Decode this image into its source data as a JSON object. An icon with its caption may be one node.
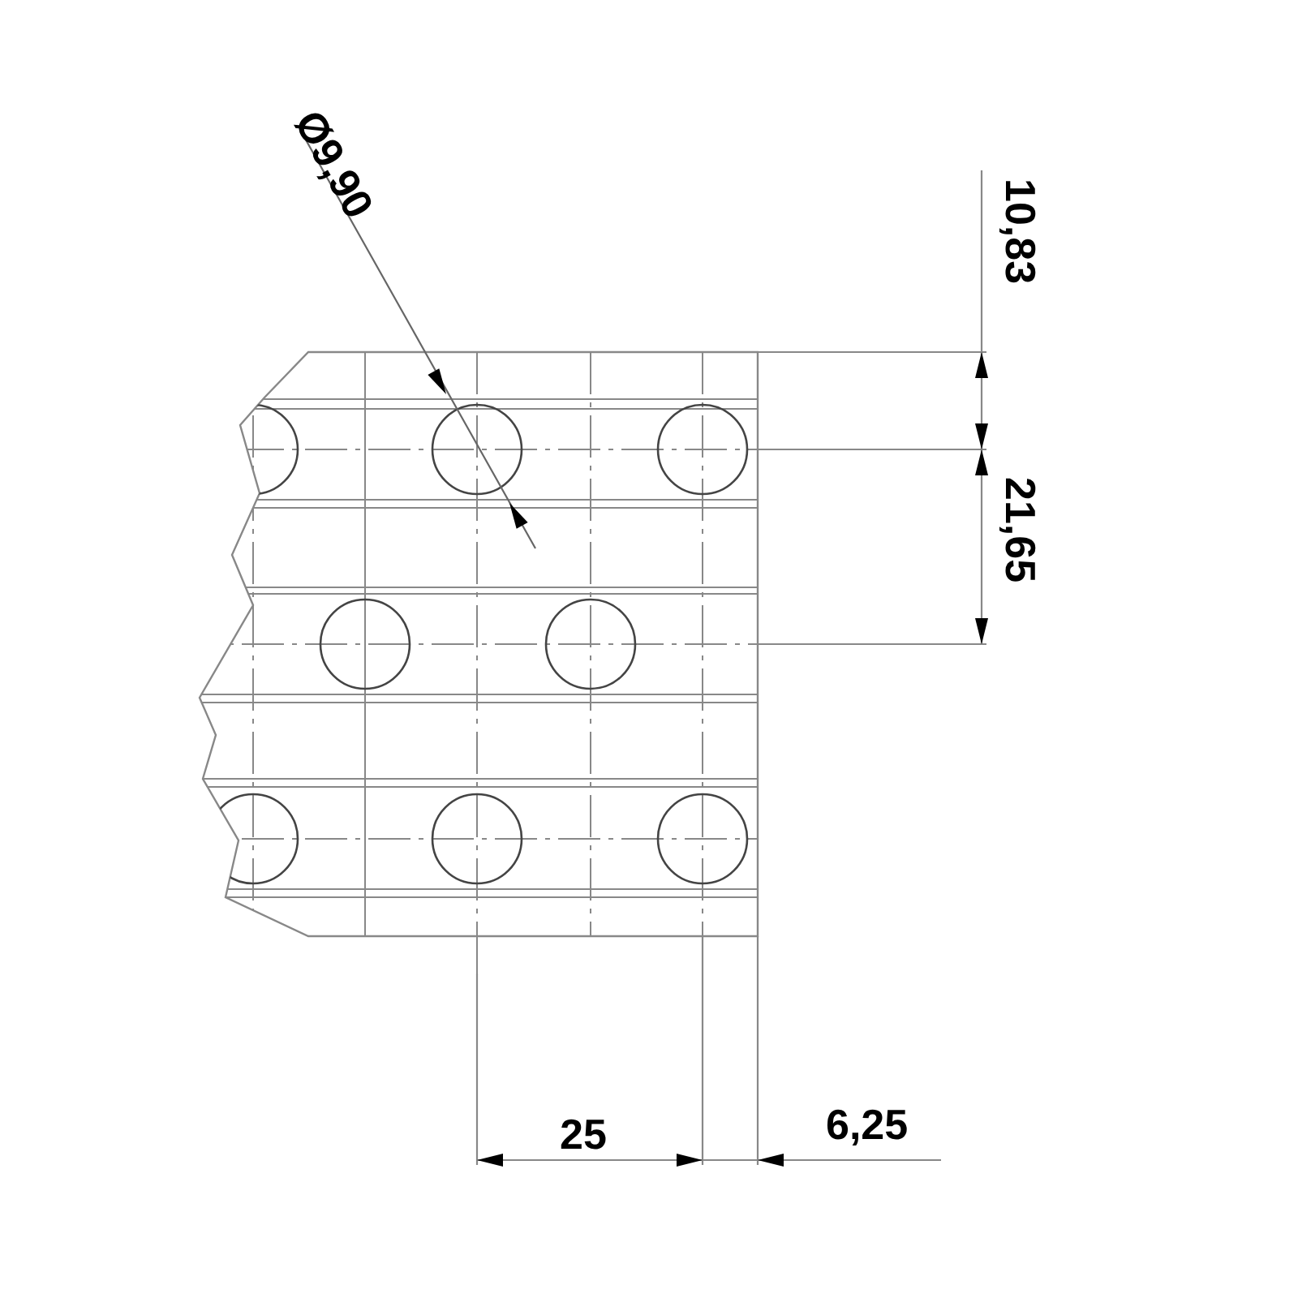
{
  "diagram": {
    "labels": [
      "Ø9,90",
      "10,83",
      "21,65",
      "25",
      "6,25"
    ]
  }
}
